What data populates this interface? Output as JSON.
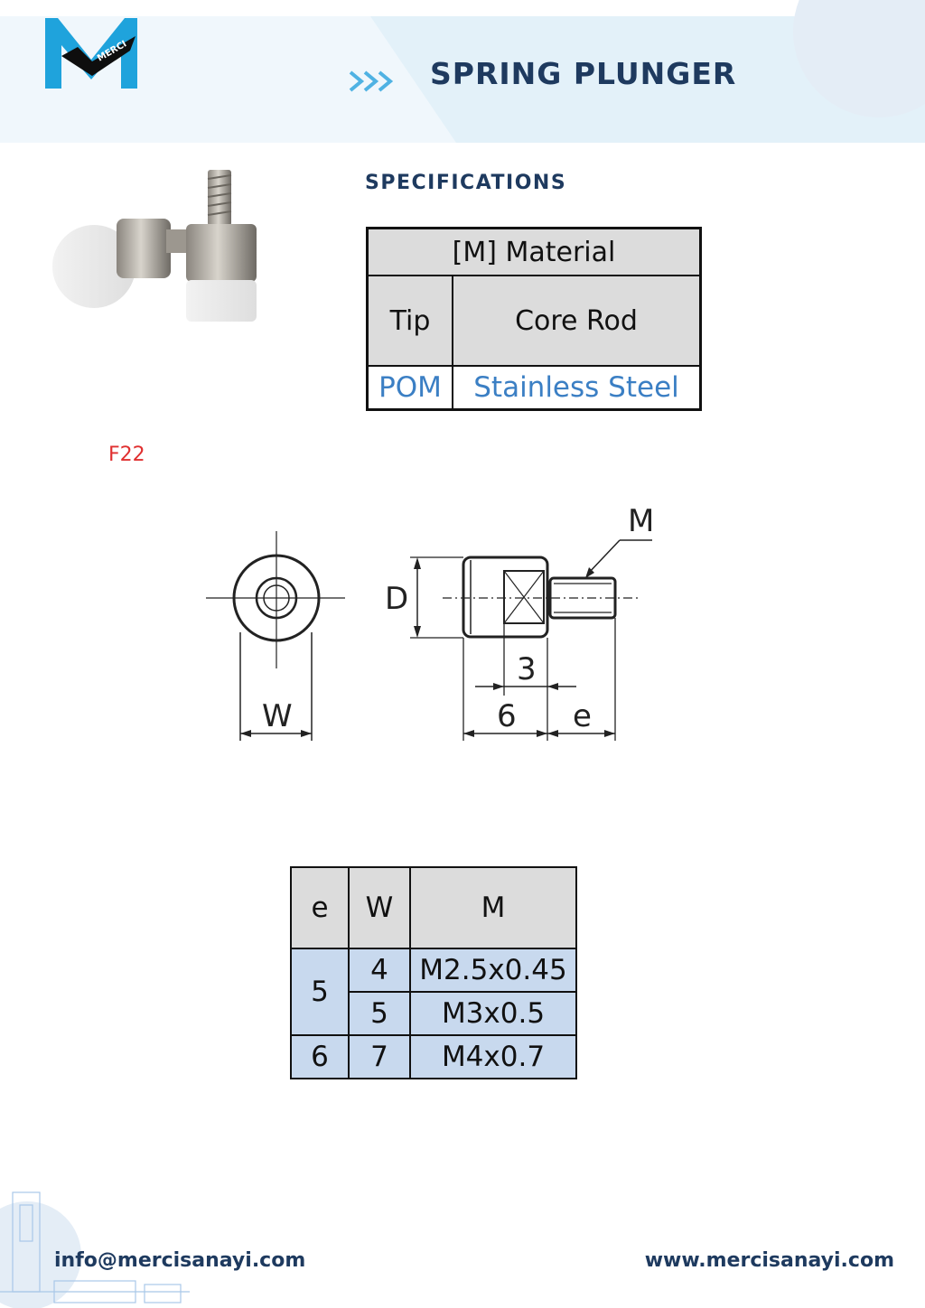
{
  "header": {
    "logo_text": "MERCI",
    "title": "SPRING PLUNGER"
  },
  "specs": {
    "heading": "SPECIFICATIONS",
    "table": {
      "material_header": "[M] Material",
      "col1_header": "Tip",
      "col2_header": "Core Rod",
      "col1_value": "POM",
      "col2_value": "Stainless Steel"
    }
  },
  "part_code": "F22",
  "drawing": {
    "labels": {
      "M": "M",
      "D": "D",
      "W": "W",
      "three": "3",
      "six": "6",
      "e": "e"
    }
  },
  "dims_table": {
    "headers": [
      "e",
      "W",
      "M"
    ],
    "rows": [
      {
        "e": "5",
        "W": "4",
        "M": "M2.5x0.45"
      },
      {
        "e": "5",
        "W": "5",
        "M": "M3x0.5"
      },
      {
        "e": "6",
        "W": "7",
        "M": "M4x0.7"
      }
    ]
  },
  "footer": {
    "email": "info@mercisanayi.com",
    "website": "www.mercisanayi.com"
  },
  "colors": {
    "navy": "#1e3a5f",
    "header_band": "#e3f1f9",
    "accent_blue": "#3b7fc4",
    "table_gray": "#dcdcdc",
    "table_blue": "#c8d9ee",
    "part_code_red": "#e03030"
  }
}
